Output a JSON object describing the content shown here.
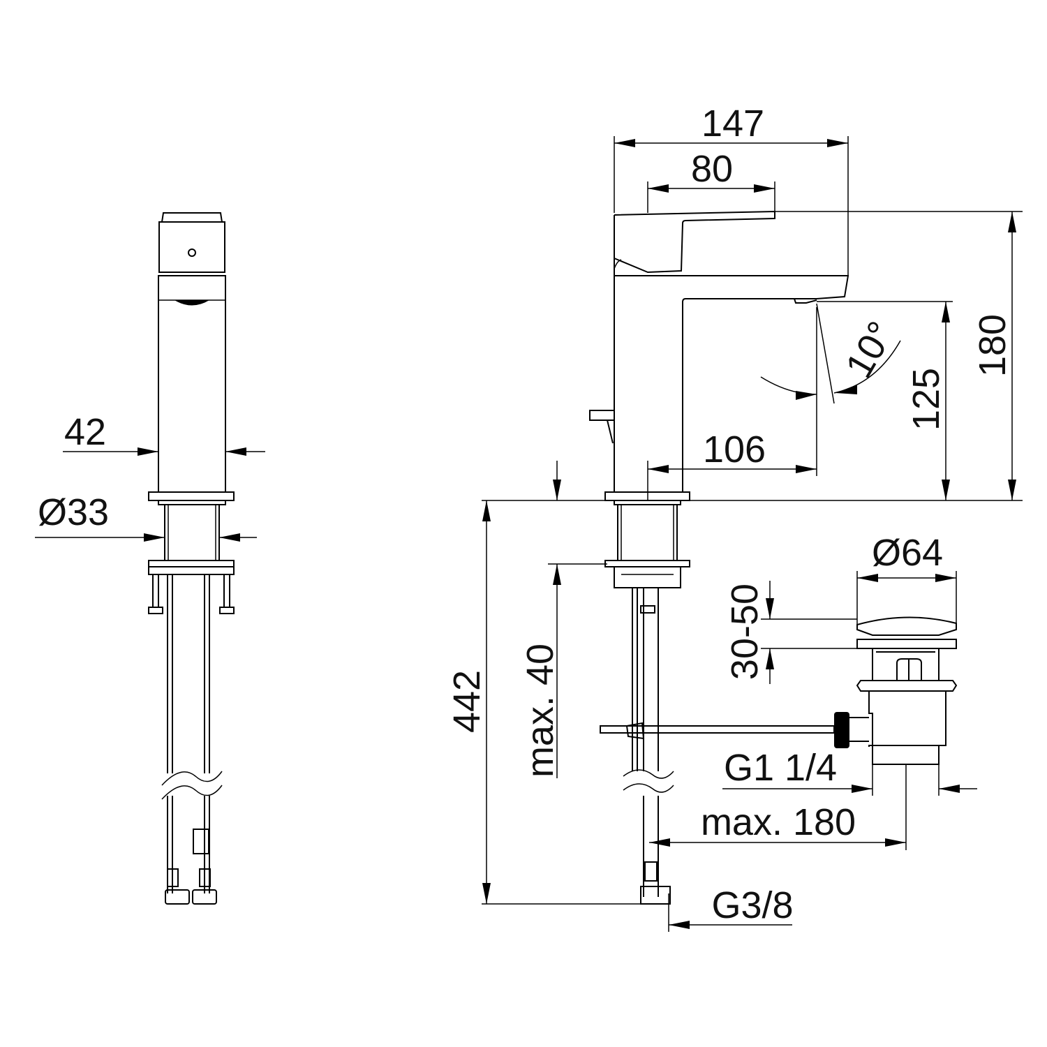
{
  "drawing": {
    "colors": {
      "line": "#000000",
      "background": "#ffffff"
    },
    "front_view": {
      "width_label": "42",
      "shank_diameter_label": "Ø33"
    },
    "side_view": {
      "overall_length_label": "147",
      "lever_length_label": "80",
      "overall_height_label": "180",
      "spout_height_label": "125",
      "spout_reach_label": "106",
      "spray_angle_label": "10°",
      "total_depth_label": "442",
      "max_deck_thickness_label": "max. 40",
      "supply_thread_label": "G3/8"
    },
    "drain": {
      "plug_diameter_label": "Ø64",
      "stroke_label": "30-50",
      "thread_label": "G1 1/4",
      "max_distance_label": "max. 180"
    }
  }
}
